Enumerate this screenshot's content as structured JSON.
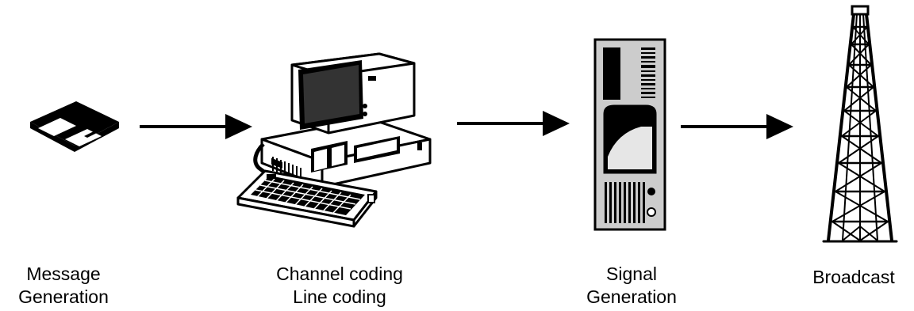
{
  "stages": [
    {
      "key": "message",
      "icon": "floppy-disk-icon",
      "lines": [
        "Message",
        "Generation"
      ]
    },
    {
      "key": "coding",
      "icon": "computer-icon",
      "lines": [
        "Channel coding",
        "Line coding"
      ]
    },
    {
      "key": "signal",
      "icon": "signal-generator-icon",
      "lines": [
        "Signal",
        "Generation"
      ]
    },
    {
      "key": "broadcast",
      "icon": "broadcast-tower-icon",
      "lines": [
        "Broadcast"
      ]
    }
  ],
  "colors": {
    "ink": "#000000",
    "panel": "#cccccc",
    "light": "#e6e6e6",
    "screen": "#333333",
    "background": "#ffffff"
  }
}
